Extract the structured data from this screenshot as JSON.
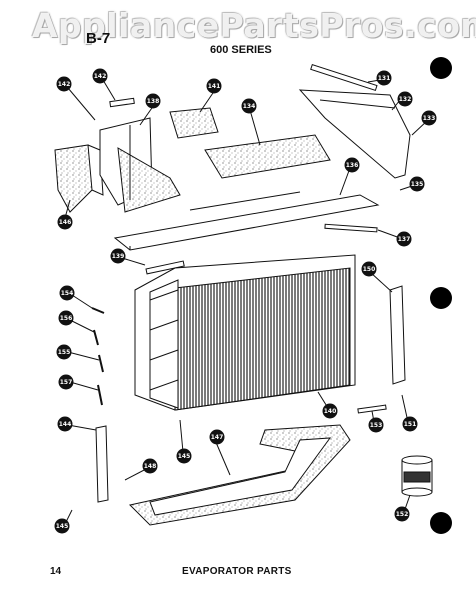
{
  "watermark": "AppliancePartsPros.com",
  "diagram": {
    "code": "B-7",
    "series": "600 SERIES",
    "page_number": "14",
    "section_title": "EVAPORATOR PARTS"
  },
  "callouts": [
    {
      "id": "c142a",
      "label": "142"
    },
    {
      "id": "c142b",
      "label": "142"
    },
    {
      "id": "c138",
      "label": "138"
    },
    {
      "id": "c141",
      "label": "141"
    },
    {
      "id": "c134",
      "label": "134"
    },
    {
      "id": "c131",
      "label": "131"
    },
    {
      "id": "c132",
      "label": "132"
    },
    {
      "id": "c133",
      "label": "133"
    },
    {
      "id": "c135",
      "label": "135"
    },
    {
      "id": "c136",
      "label": "136"
    },
    {
      "id": "c137",
      "label": "137"
    },
    {
      "id": "c146",
      "label": "146"
    },
    {
      "id": "c139",
      "label": "139"
    },
    {
      "id": "c154",
      "label": "154"
    },
    {
      "id": "c156",
      "label": "156"
    },
    {
      "id": "c155",
      "label": "155"
    },
    {
      "id": "c157",
      "label": "157"
    },
    {
      "id": "c150",
      "label": "150"
    },
    {
      "id": "c140",
      "label": "140"
    },
    {
      "id": "c151",
      "label": "151"
    },
    {
      "id": "c153",
      "label": "153"
    },
    {
      "id": "c144",
      "label": "144"
    },
    {
      "id": "c145a",
      "label": "145"
    },
    {
      "id": "c147",
      "label": "147"
    },
    {
      "id": "c148",
      "label": "148"
    },
    {
      "id": "c145b",
      "label": "145"
    },
    {
      "id": "c152",
      "label": "152"
    }
  ],
  "colors": {
    "line": "#111111",
    "callout_fill": "#111111",
    "callout_text": "#ffffff",
    "registration_mark": "#000000"
  }
}
